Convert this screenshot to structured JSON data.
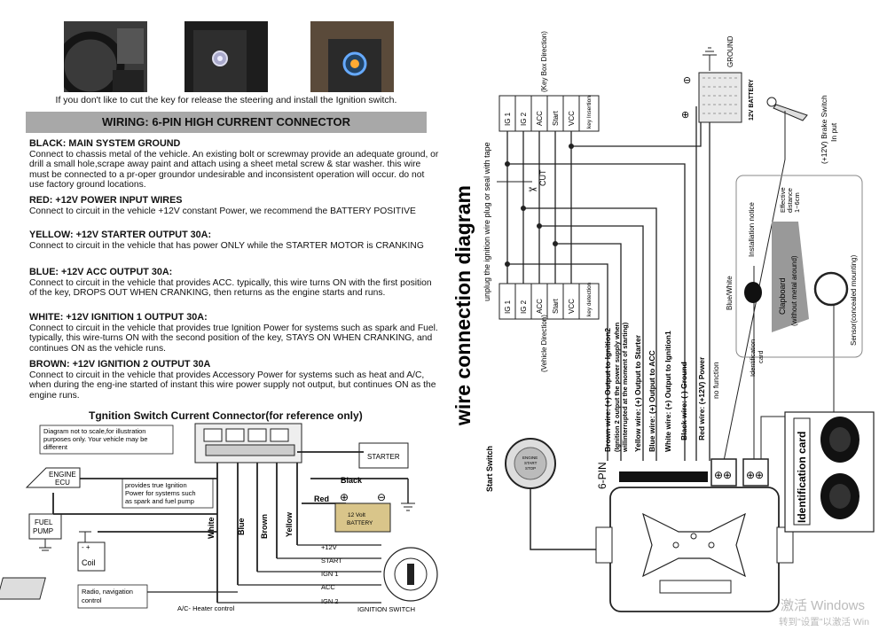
{
  "caption": "If you don't like to cut the key for release the steering and install the Ignition switch.",
  "banner": "WIRING: 6-PIN HIGH CURRENT CONNECTOR",
  "sections": [
    {
      "heading": "BLACK: MAIN SYSTEM GROUND",
      "body": "Connect to chassis metal of the vehicle. An existing bolt or screwmay provide an adequate ground, or drill a small hole,scrape away paint and attach using a sheet metal screw & star washer. this wire must be connected to a pr-oper groundor undesirable and inconsistent operation will occur. do not use factory ground locations."
    },
    {
      "heading": "RED: +12V POWER INPUT WIRES",
      "body": "Connect to circuit in the vehicle  +12V constant Power, we recommend the BATTERY POSITIVE"
    },
    {
      "heading": "YELLOW:  +12V STARTER OUTPUT 30A:",
      "body": "Connect to circuit in the vehicle that has power ONLY while the STARTER MOTOR is CRANKING"
    },
    {
      "heading": "BLUE: +12V ACC OUTPUT 30A:",
      "body": "Connect to circuit in the vehicle that provides ACC. typically, this wire turns ON with the first position of the key, DROPS OUT WHEN CRANKING, then returns as the engine starts and runs."
    },
    {
      "heading": "WHITE: +12V IGNITION 1 OUTPUT 30A:",
      "body": "Connect to circuit in the vehicle that provides true Ignition Power for systems such as spark and Fuel. typically, this wire-turns ON with the second position of the key, STAYS ON WHEN CRANKING, and continues ON as the vehicle runs."
    },
    {
      "heading": "BROWN: +12V IGNITION 2  OUTPUT 30A",
      "body": "Connect to circuit in the vehicle that provides Accessory Power for systems such as heat and A/C,  when during the eng-ine started of instant this wire power supply not output, but continues ON as the engine runs."
    }
  ],
  "ref": {
    "title": "Tgnition Switch Current Connector(for reference only)",
    "note": [
      "Diagram not to scale,for illustration",
      "purposes only. Your vehicle may be",
      "different"
    ],
    "engine_ecu": [
      "ENGINE",
      "ECU"
    ],
    "fuel_pump": [
      "FUEL",
      "PUMP"
    ],
    "coil": "Coil",
    "provides": [
      "provides true Ignition",
      "Power for systems such",
      "as spark and fuel pump"
    ],
    "starter": "STARTER",
    "black": "Black",
    "red": "Red",
    "battery_plus": "⊕",
    "battery_minus": "⊖",
    "battery": [
      "12 Volt",
      "BATTERY"
    ],
    "wires": [
      "White",
      "Blue",
      "Brown",
      "Yellow"
    ],
    "terminals": [
      "+12V",
      "START",
      "IGN 1",
      "ACC",
      "IGN 2"
    ],
    "radio": [
      "Radio, navigation",
      "control"
    ],
    "ac": "A/C- Heater control",
    "ignition_switch": "IGNITION SWITCH"
  },
  "right": {
    "title": "wire connection diagram",
    "unplug": "unplug the ignition wire plug or seal with tape",
    "keybox": "(Key Box Direction)",
    "vehicle": "(Vehicle Direction)",
    "pins_top": [
      "IG 1",
      "IG 2",
      "ACC",
      "Start",
      "VCC",
      "key Insertion"
    ],
    "pins_bot": [
      "IG 1",
      "IG 2",
      "ACC",
      "Start",
      "VCC",
      "key detection"
    ],
    "cut": "CUT",
    "ground": "GROUND",
    "battery_12v": "12V BATTERY",
    "minus": "⊖",
    "plus": "⊕",
    "brake": [
      "(+12V) Brake Switch",
      "In put"
    ],
    "wire_labels": [
      {
        "color": "Brown wire:",
        "text": "(+) Output to Ignition2"
      },
      {
        "color": "",
        "text": "(Ignition 2 output the power supply when"
      },
      {
        "color": "",
        "text": "willinterrupted at the moment of starting)"
      },
      {
        "color": "Yellow wire:",
        "text": "(+) Output to Starter"
      },
      {
        "color": "Blue wire:",
        "text": "(+) Output to ACC"
      },
      {
        "color": "White wire:",
        "text": "(+) Output to Ignition1"
      },
      {
        "color": "Black wire:",
        "text": "(-) Ground"
      },
      {
        "color": "Red wire:",
        "text": "(+12V) Power"
      }
    ],
    "no_function": "no function",
    "blue_white": "Blue/White",
    "installation_notice": "Installation notice",
    "effective": [
      "Effective",
      "distance",
      "1~6cm"
    ],
    "clapboard": [
      "Clapboard",
      "(without metal around)"
    ],
    "identification_card_small": [
      "Identification",
      "card"
    ],
    "sensor": "Sensor(concealed mounting)",
    "six_pin": "6-PIN",
    "start_switch": "Start Switch",
    "button": [
      "ENGINE",
      "START",
      "STOP"
    ],
    "identification_card": "Identification card"
  },
  "watermark": {
    "line1": "激活 Windows",
    "line2": "转到\"设置\"以激活 Win"
  }
}
